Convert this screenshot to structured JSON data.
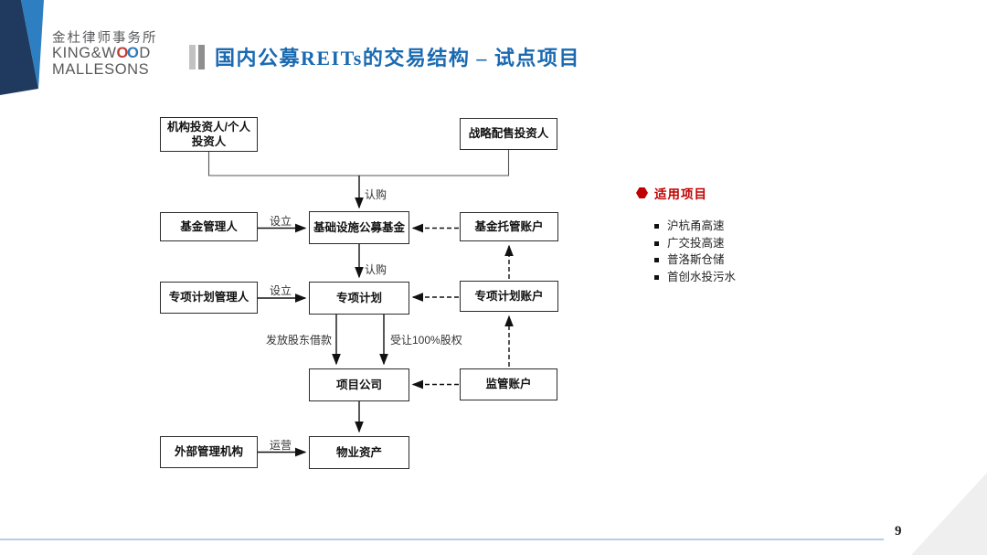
{
  "slide": {
    "page_number": "9"
  },
  "logo": {
    "cn": "金杜律师事务所",
    "en1_pre": "KING&W",
    "en1_o1": "O",
    "en1_o2": "O",
    "en1_post": "D",
    "en2": "MALLESONS"
  },
  "header": {
    "title": "国内公募REITs的交易结构 – 试点项目"
  },
  "diagram": {
    "nodes": [
      {
        "id": "investors",
        "label": "机构投资人/个人投资人"
      },
      {
        "id": "strategic-investors",
        "label": "战略配售投资人"
      },
      {
        "id": "fund-manager",
        "label": "基金管理人"
      },
      {
        "id": "infrastructure-public-fund",
        "label": "基础设施公募基金"
      },
      {
        "id": "fund-custody-account",
        "label": "基金托管账户"
      },
      {
        "id": "special-plan-manager",
        "label": "专项计划管理人"
      },
      {
        "id": "special-plan",
        "label": "专项计划"
      },
      {
        "id": "special-plan-account",
        "label": "专项计划账户"
      },
      {
        "id": "project-company",
        "label": "项目公司"
      },
      {
        "id": "supervision-account",
        "label": "监管账户"
      },
      {
        "id": "external-manager",
        "label": "外部管理机构"
      },
      {
        "id": "property-assets",
        "label": "物业资产"
      }
    ],
    "edge_labels": {
      "subscribe_top": "认购",
      "establish_fund": "设立",
      "subscribe_mid": "认购",
      "establish_plan": "设立",
      "shareholder_loan": "发放股东借款",
      "equity_transfer": "受让100%股权",
      "operate": "运营"
    }
  },
  "side_panel": {
    "title": "适用项目",
    "items": [
      "沪杭甬高速",
      "广交投高速",
      "普洛斯仓储",
      "首创水投污水"
    ]
  },
  "colors": {
    "title_blue": "#1a6ab1",
    "accent_red": "#c00000",
    "corner_dark": "#20395f",
    "corner_light": "#2e7fc1",
    "footer_line": "#b7cde6",
    "corner_gray": "#efefef"
  }
}
